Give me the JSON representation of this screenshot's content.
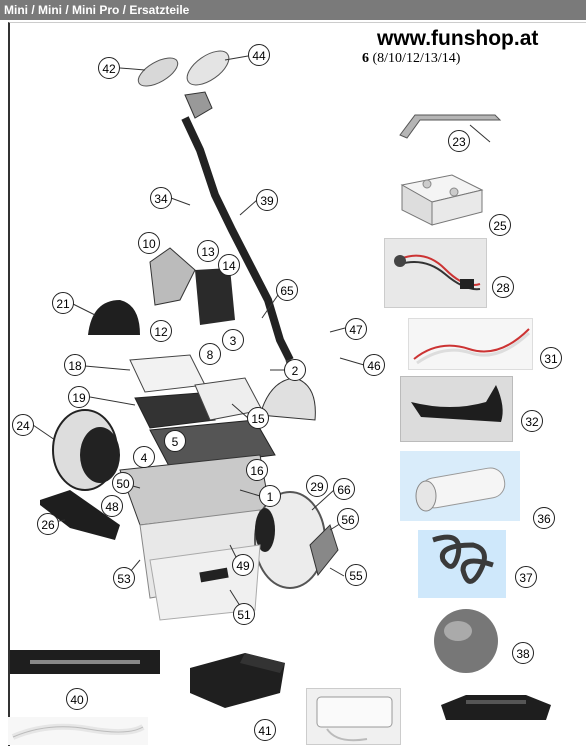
{
  "header": {
    "title": "Mini / Mini / Mini Pro / Ersatzteile"
  },
  "brand": {
    "url": "www.funshop.at"
  },
  "diagram": {
    "number": "6",
    "variants": "(8/10/12/13/14)"
  },
  "callouts": {
    "c42": "42",
    "c44": "44",
    "c34": "34",
    "c39": "39",
    "c10": "10",
    "c13": "13",
    "c14": "14",
    "c21": "21",
    "c65": "65",
    "c12": "12",
    "c8": "8",
    "c3": "3",
    "c47": "47",
    "c18": "18",
    "c2": "2",
    "c46": "46",
    "c19": "19",
    "c15": "15",
    "c24": "24",
    "c5": "5",
    "c4": "4",
    "c16": "16",
    "c29": "29",
    "c50": "50",
    "c1": "1",
    "c66": "66",
    "c48": "48",
    "c26": "26",
    "c56": "56",
    "c49": "49",
    "c53": "53",
    "c55": "55",
    "c51": "51",
    "c23": "23",
    "c25": "25",
    "c28": "28",
    "c31": "31",
    "c32": "32",
    "c36": "36",
    "c37": "37",
    "c38": "38",
    "c40": "40",
    "c41": "41"
  },
  "colors": {
    "titlebar": "#7a7a7a",
    "part_dark": "#1f1f1f",
    "part_light": "#e6e6e6",
    "spring": "#3a3a3a",
    "cylinder": "#cfe3f5"
  }
}
